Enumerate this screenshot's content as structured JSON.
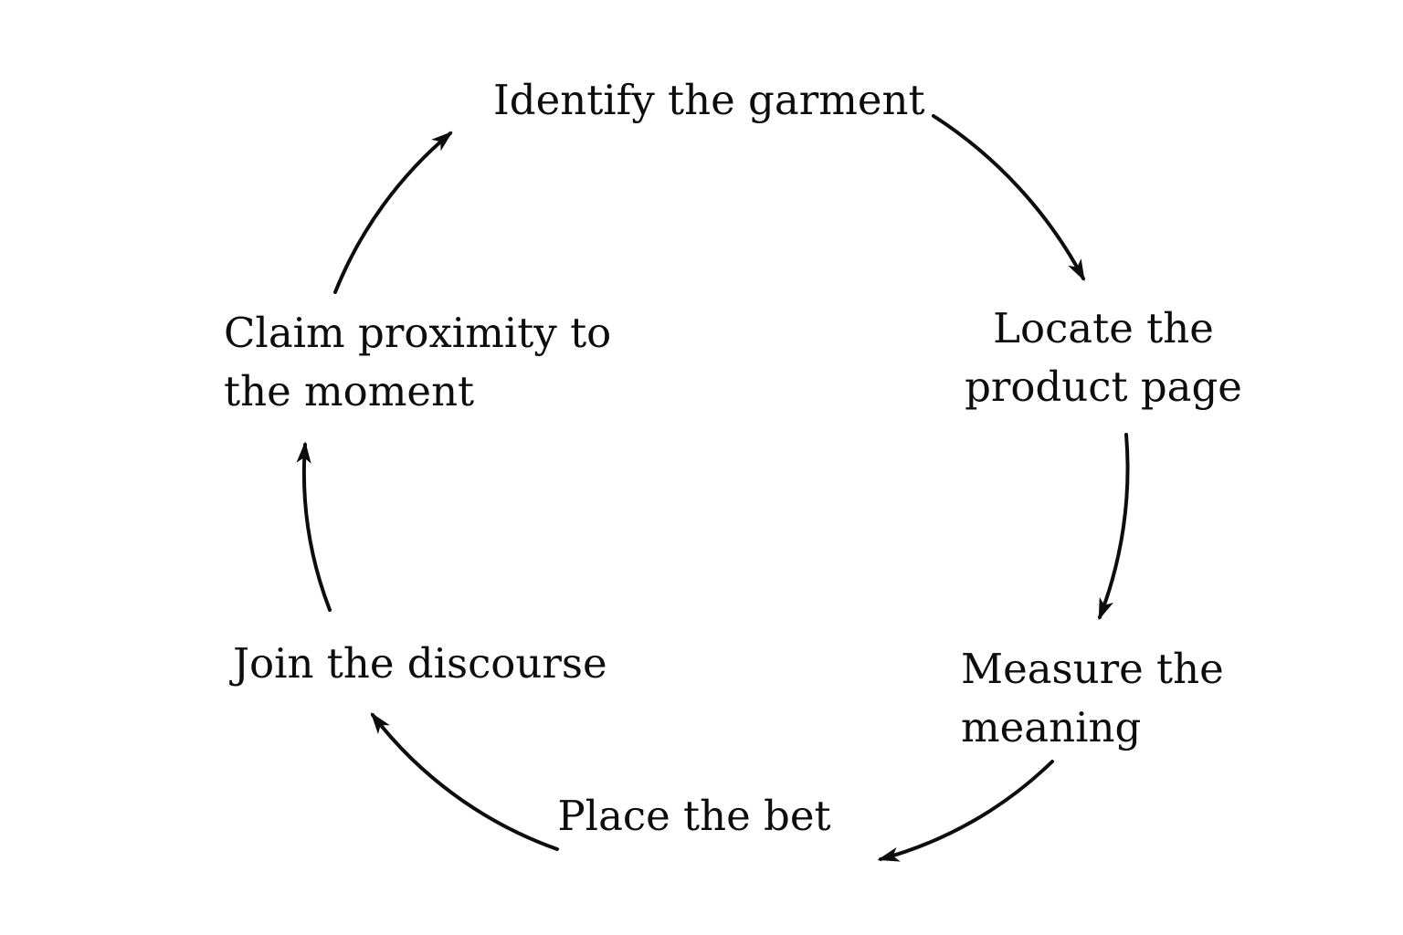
{
  "page": {
    "background_color": "#ffffff",
    "ink_color": "#0d0d0d"
  },
  "cycle": {
    "diagram_type": "circular process cycle",
    "direction": "clockwise",
    "steps": [
      {
        "name": "identify-the-garment",
        "label": "Identify the garment",
        "lines": [
          "Identify the garment"
        ]
      },
      {
        "name": "locate-the-product-page",
        "label": "Locate the product page",
        "lines": [
          "Locate the",
          "product page"
        ]
      },
      {
        "name": "measure-the-meaning",
        "label": "Measure the meaning",
        "lines": [
          "Measure the",
          "meaning"
        ]
      },
      {
        "name": "place-the-bet",
        "label": "Place the bet",
        "lines": [
          "Place the bet"
        ]
      },
      {
        "name": "join-the-discourse",
        "label": "Join the discourse",
        "lines": [
          "Join the discourse"
        ]
      },
      {
        "name": "claim-proximity-to-the-moment",
        "label": "Claim proximity to the moment",
        "lines": [
          "Claim proximity to",
          "the moment"
        ]
      }
    ],
    "arrows": [
      {
        "from": "Identify the garment",
        "to": "Locate the product page"
      },
      {
        "from": "Locate the product page",
        "to": "Measure the meaning"
      },
      {
        "from": "Measure the meaning",
        "to": "Place the bet"
      },
      {
        "from": "Place the bet",
        "to": "Join the discourse"
      },
      {
        "from": "Join the discourse",
        "to": "Claim proximity to the moment"
      },
      {
        "from": "Claim proximity to the moment",
        "to": "Identify the garment"
      }
    ]
  }
}
